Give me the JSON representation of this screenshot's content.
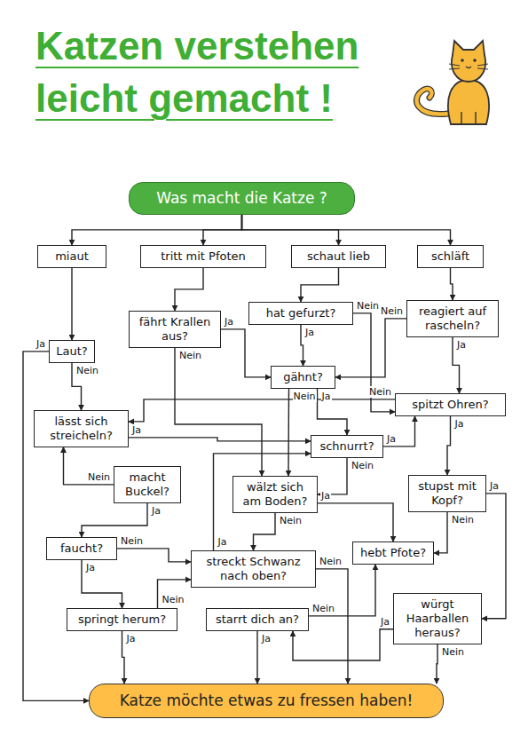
{
  "diagram": {
    "title": "Katzen verstehen leicht gemacht !",
    "nodes": [
      {
        "text": [
          "Was macht die Katze ?"
        ]
      },
      {
        "text": [
          "miaut"
        ]
      },
      {
        "text": [
          "tritt mit Pfoten"
        ]
      },
      {
        "text": [
          "schaut lieb"
        ]
      },
      {
        "text": [
          "schläft"
        ]
      },
      {
        "text": [
          "fährt Krallen aus?"
        ]
      },
      {
        "text": [
          "hat gefurzt?"
        ]
      },
      {
        "text": [
          "reagiert auf rascheln?"
        ]
      },
      {
        "text": [
          "Laut?"
        ]
      },
      {
        "text": [
          "gähnt?"
        ]
      },
      {
        "text": [
          "spitzt Ohren?"
        ]
      },
      {
        "text": [
          "lässt sich streicheln?"
        ]
      },
      {
        "text": [
          "schnurrt?"
        ]
      },
      {
        "text": [
          "macht Buckel?"
        ]
      },
      {
        "text": [
          "wälzt sich am Boden?"
        ]
      },
      {
        "text": [
          "stupst mit Kopf?"
        ]
      },
      {
        "text": [
          "faucht?"
        ]
      },
      {
        "text": [
          "streckt Schwanz nach oben?"
        ]
      },
      {
        "text": [
          "hebt Pfote?"
        ]
      },
      {
        "text": [
          "springt herum?"
        ]
      },
      {
        "text": [
          "starrt dich an?"
        ]
      },
      {
        "text": [
          "würgt Haarballen heraus?"
        ]
      },
      {
        "text": [
          "Katze möchte etwas zu fressen haben!"
        ]
      }
    ],
    "edges": [
      {
        "from": 0,
        "to": 1,
        "arrow": "to"
      },
      {
        "from": 0,
        "to": 2,
        "arrow": "to"
      },
      {
        "from": 0,
        "to": 3,
        "arrow": "to"
      },
      {
        "from": 0,
        "to": 4,
        "arrow": "to"
      },
      {
        "from": 1,
        "to": 8,
        "arrow": "to"
      },
      {
        "from": 2,
        "to": 5,
        "arrow": "to"
      },
      {
        "from": 3,
        "to": 6,
        "arrow": "to"
      },
      {
        "from": 4,
        "to": 7,
        "arrow": "to"
      },
      {
        "from": 8,
        "to": 22,
        "label": "Ja",
        "arrow": "to"
      },
      {
        "from": 8,
        "to": 11,
        "label": "Nein",
        "arrow": "to"
      },
      {
        "from": 5,
        "to": 9,
        "label": "Ja",
        "arrow": "to"
      },
      {
        "from": 5,
        "to": 14,
        "label": "Nein",
        "arrow": "to"
      },
      {
        "from": 6,
        "to": 9,
        "label": "Ja",
        "arrow": "to"
      },
      {
        "from": 6,
        "to": 10,
        "label": "Nein",
        "arrow": "to"
      },
      {
        "from": 7,
        "to": 9,
        "label": "Nein",
        "arrow": "to"
      },
      {
        "from": 7,
        "to": 10,
        "label": "Ja",
        "arrow": "to"
      },
      {
        "from": 9,
        "to": 14,
        "label": "Nein",
        "arrow": "to"
      },
      {
        "from": 9,
        "to": 12,
        "label": "Ja",
        "arrow": "to"
      },
      {
        "from": 10,
        "to": 11,
        "label": "Nein",
        "arrow": "to"
      },
      {
        "from": 11,
        "to": 12,
        "label": "Ja",
        "arrow": "to"
      },
      {
        "from": 13,
        "to": 11,
        "label": "Nein",
        "arrow": "to"
      },
      {
        "from": 13,
        "to": 16,
        "label": "Ja",
        "arrow": "to"
      },
      {
        "from": 12,
        "to": 14,
        "label": "Nein",
        "arrow": "to"
      },
      {
        "from": 12,
        "to": 10,
        "label": "Ja",
        "arrow": "to"
      },
      {
        "from": 14,
        "to": 17,
        "label": "Nein",
        "arrow": "to"
      },
      {
        "from": 14,
        "to": 18,
        "label": "Ja",
        "arrow": "to"
      },
      {
        "from": 10,
        "to": 15,
        "label": "Ja",
        "arrow": "to"
      },
      {
        "from": 15,
        "to": 21,
        "label": "Ja",
        "arrow": "to"
      },
      {
        "from": 15,
        "to": 18,
        "label": "Nein",
        "arrow": "to"
      },
      {
        "from": 16,
        "to": 19,
        "label": "Ja",
        "arrow": "to"
      },
      {
        "from": 16,
        "to": 17,
        "label": "Nein",
        "arrow": "to"
      },
      {
        "from": 17,
        "to": 22,
        "label": "Nein",
        "arrow": "to"
      },
      {
        "from": 17,
        "to": 12,
        "label": "Ja",
        "arrow": "to"
      },
      {
        "from": 19,
        "to": 22,
        "label": "Ja",
        "arrow": "to"
      },
      {
        "from": 19,
        "to": 17,
        "label": "Nein",
        "arrow": "to"
      },
      {
        "from": 20,
        "to": 22,
        "label": "Ja",
        "arrow": "to"
      },
      {
        "from": 20,
        "to": 18,
        "label": "Nein",
        "arrow": "to"
      },
      {
        "from": 21,
        "to": 22,
        "label": "Nein",
        "arrow": "to"
      },
      {
        "from": 21,
        "to": 20,
        "label": "Ja",
        "arrow": "to"
      }
    ]
  }
}
